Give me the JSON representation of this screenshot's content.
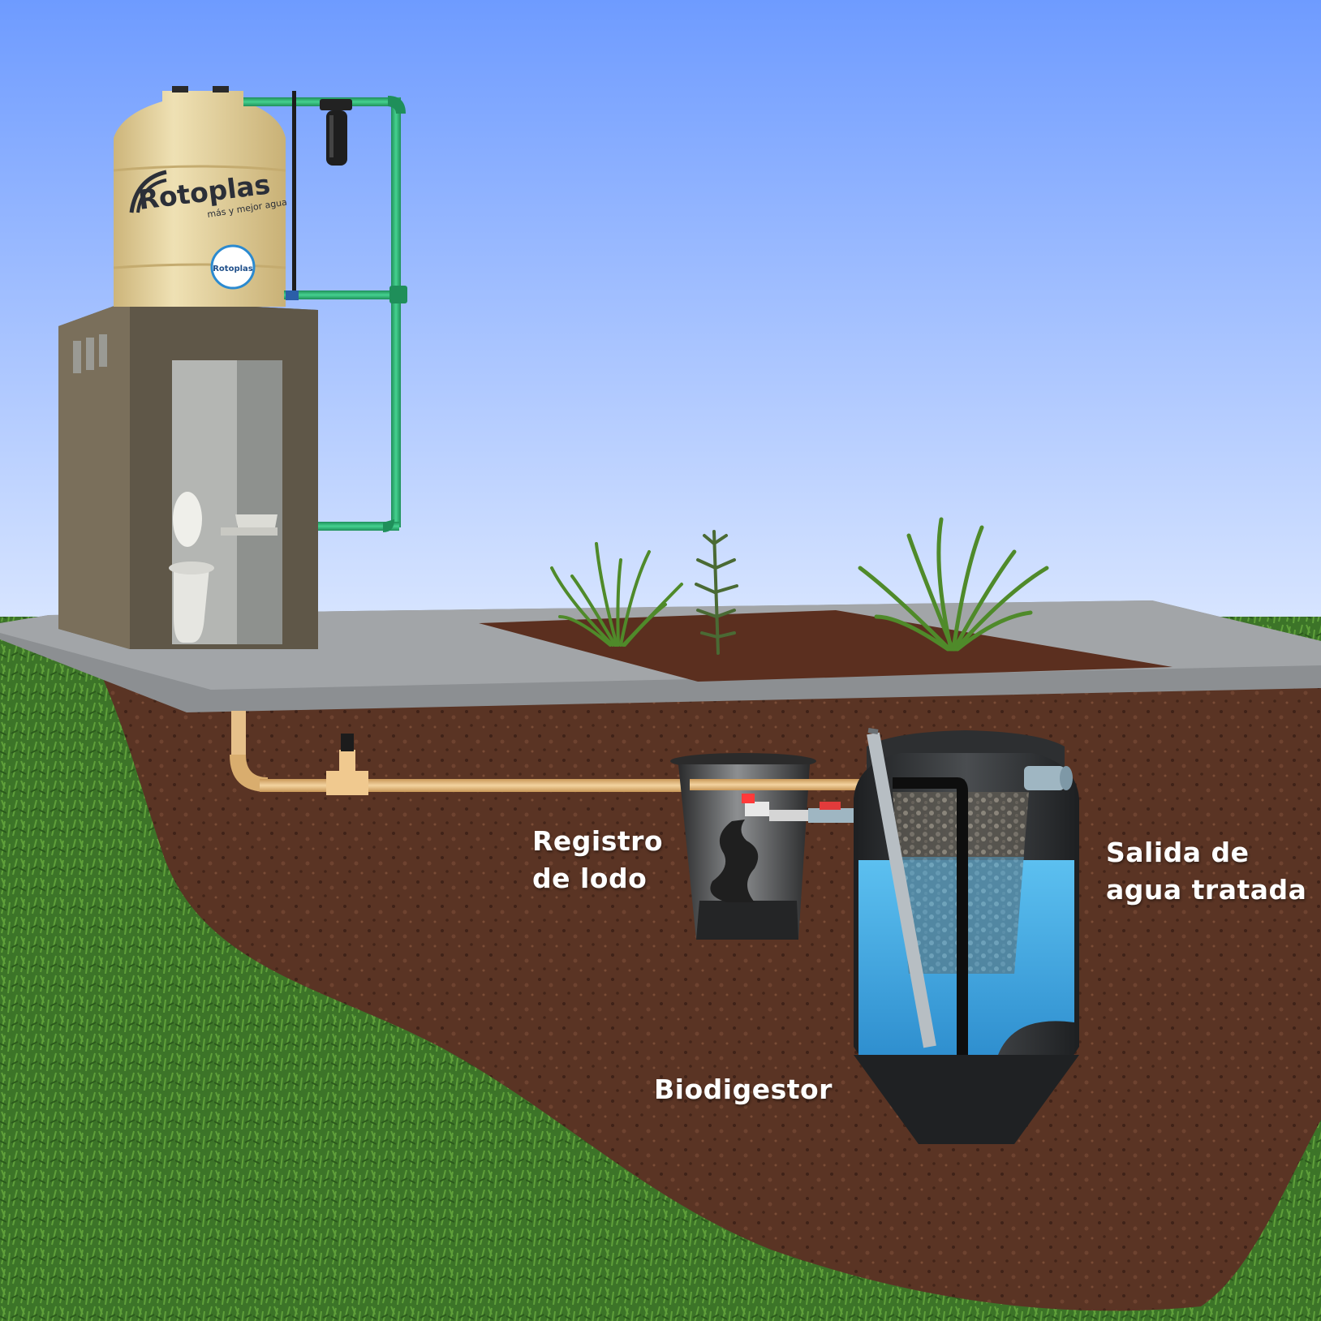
{
  "labels": {
    "registro_line1": "Registro",
    "registro_line2": "de lodo",
    "salida_line1": "Salida de",
    "salida_line2": "agua tratada",
    "biodigestor": "Biodigestor"
  },
  "tank": {
    "brand": "Rotoplas",
    "slogan": "más y mejor agua",
    "badge_brand": "Rotoplas"
  },
  "colors": {
    "sky_top": "#6e9bff",
    "sky_bottom": "#dce8ff",
    "grass": "#3f7a2a",
    "soil": "#5a3424",
    "concrete": "#8c8f92",
    "tank_beige": "#e2cf9a",
    "hut": "#5f5748",
    "pipe_green": "#2fb57a",
    "pipe_drain": "#e6c08a",
    "water": "#3fa7e0",
    "digester": "#2b2d2f"
  }
}
